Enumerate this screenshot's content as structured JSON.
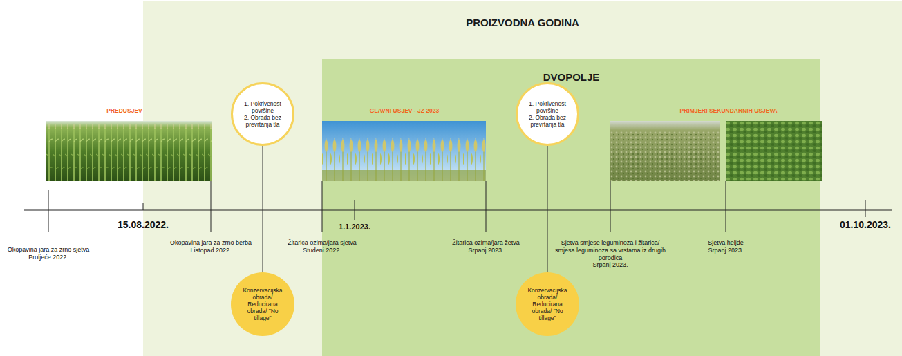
{
  "diagram": {
    "nodes": [
      {
        "text": [
          "PROIZVODNA GODINA"
        ]
      },
      {
        "text": [
          "DVOPOLJE"
        ],
        "in": 0
      },
      {
        "text": [
          "1. Pokrivenost površine",
          "2. Obrada bez prevrtanja tla"
        ],
        "in": 0
      },
      {
        "text": [
          "Konzervacijska obrada/ Reducirana obrada/ \"No tillage\""
        ],
        "in": 0
      },
      {
        "text": [
          "1. Pokrivenost površine",
          "2. Obrada bez prevrtanja tla"
        ],
        "in": 1
      },
      {
        "text": [
          "Konzervacijska obrada/ Reducirana obrada/ \"No tillage\""
        ],
        "in": 1
      }
    ],
    "edges": [
      {
        "from": 2,
        "to": 3,
        "arrow": "none"
      },
      {
        "from": 4,
        "to": 5,
        "arrow": "none"
      }
    ],
    "labels": [
      "PREDUSJEV",
      "GLAVNI USJEV - JZ 2023",
      "PRIMJERI SEKUNDARNIH USJEVA",
      "15.08.2022.",
      "1.1.2023.",
      "01.10.2023.",
      "Okopavina jara za zrno sjetva",
      "Proljeće 2022.",
      "Okopavina jara za zrno berba",
      "Listopad 2022.",
      "Žitarica ozima/jara sjetva",
      "Studeni 2022.",
      "Žitarica ozima/jara žetva",
      "Srpanj 2023.",
      "Sjetva smjese leguminoza i žitarica/ smjesa leguminoza sa vrstama iz drugih porodica",
      "Srpanj 2023.",
      "Sjetva heljde",
      "Srpanj 2023."
    ]
  }
}
